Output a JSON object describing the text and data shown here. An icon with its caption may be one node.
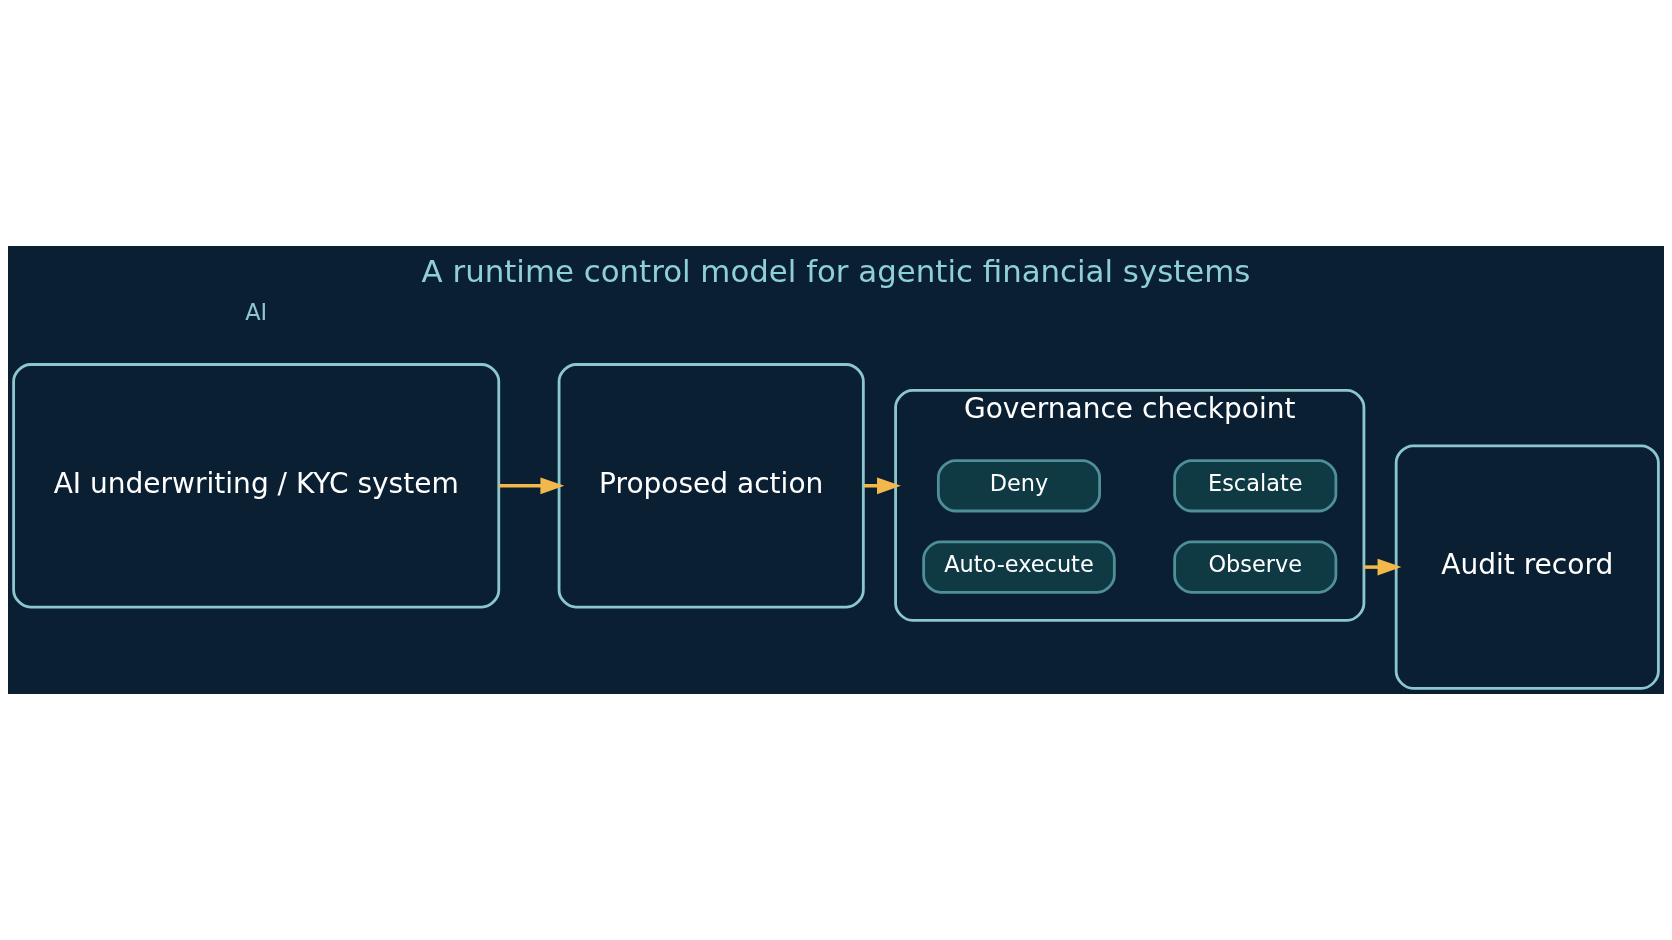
{
  "diagram": {
    "title": "A runtime control model for agentic financial systems",
    "nodes": [
      {
        "text": [
          "AI underwriting / KYC system"
        ]
      },
      {
        "text": [
          "Proposed action"
        ]
      },
      {
        "text": [
          "Governance checkpoint"
        ]
      },
      {
        "text": [
          "Deny"
        ],
        "in": 2
      },
      {
        "text": [
          "Escalate"
        ],
        "in": 2
      },
      {
        "text": [
          "Auto-execute"
        ],
        "in": 2
      },
      {
        "text": [
          "Observe"
        ],
        "in": 2
      },
      {
        "text": [
          "Audit record"
        ]
      }
    ],
    "edges": [
      {
        "from": 0,
        "to": 1,
        "arrow": "to"
      },
      {
        "from": 1,
        "to": 2,
        "arrow": "to"
      },
      {
        "from": 2,
        "to": 7,
        "arrow": "to"
      }
    ],
    "labels": [
      "AI"
    ]
  }
}
